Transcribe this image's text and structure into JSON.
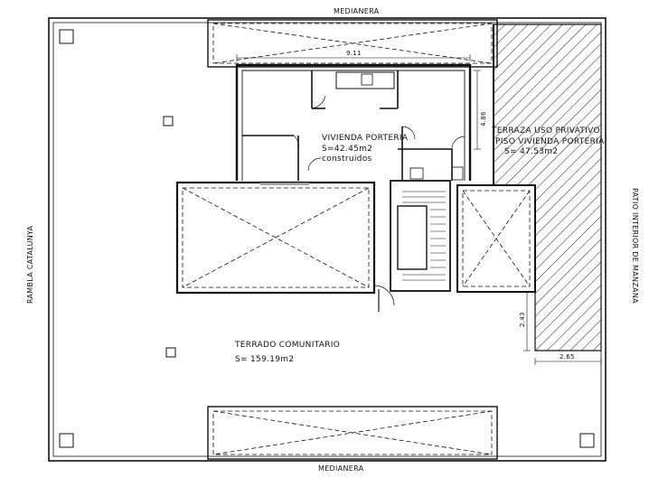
{
  "labels": {
    "top_neighbor": "MEDIANERA",
    "bottom_neighbor": "MEDIANERA",
    "left_street": "RAMBLA CATALUNYA",
    "right_patio": "PATIO INTERIOR DE MANZANA"
  },
  "rooms": {
    "vivienda": {
      "name": "VIVIENDA PORTERIA",
      "area": "S=42.45m2",
      "note": "construidos"
    },
    "terraza": {
      "name_line1": "TERRAZA USO PRIVATIVO",
      "name_line2": "PISO VIVIENDA PORTERIA",
      "area": "S= 47.53m2"
    },
    "terrado": {
      "name": "TERRADO COMUNITARIO",
      "area": "S= 159.19m2"
    }
  },
  "dimensions": {
    "top_width": "9.11",
    "terrace_offset": "4.86",
    "right_height": "2.43",
    "right_width": "2.65"
  },
  "colors": {
    "line": "#111111",
    "background": "#ffffff"
  }
}
